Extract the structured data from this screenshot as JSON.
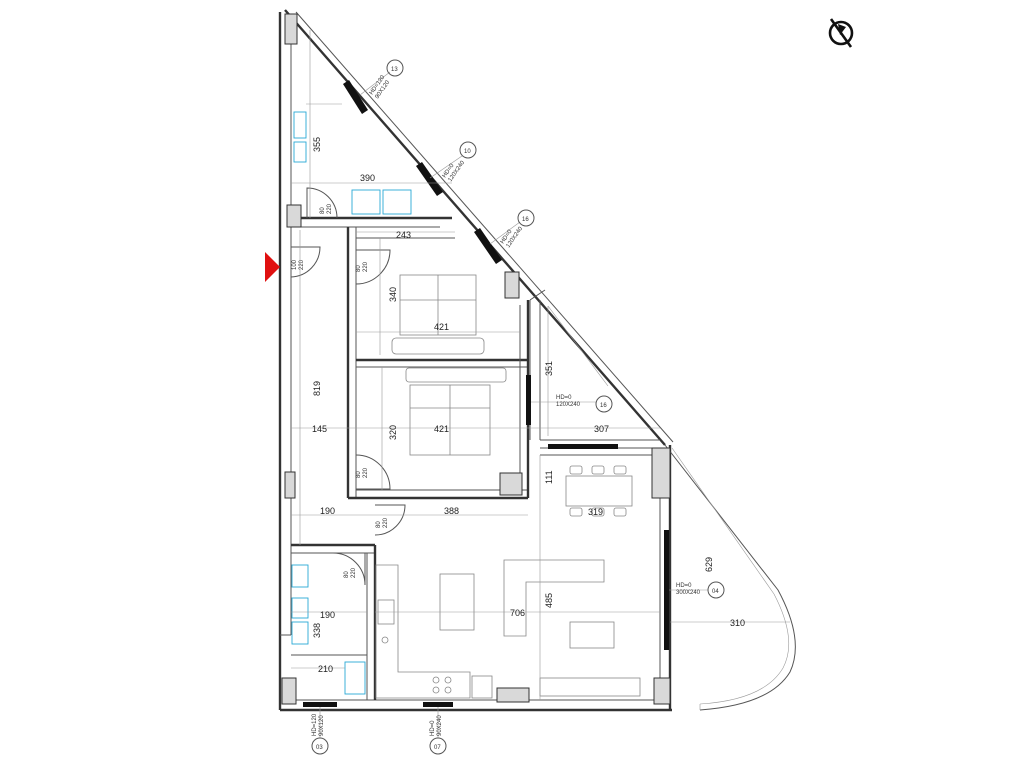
{
  "dimensions": {
    "bath_top_height": "355",
    "bath_top_width": "390",
    "bedroom1_width": "243",
    "bedroom1_height": "340",
    "bedroom1_inner_width": "421",
    "corridor_length": "819",
    "corridor_width": "145",
    "bedroom2_height": "320",
    "bedroom2_width": "421",
    "balcony_top_height": "351",
    "dining_height": "111",
    "passage_width": "307",
    "hall_width": "190",
    "hall_length": "388",
    "dining_width": "319",
    "living_width": "706",
    "living_height": "485",
    "terrace_height": "629",
    "terrace_width": "310",
    "bath_bottom_width": "190",
    "bath_bottom_height": "338",
    "utility_width": "210"
  },
  "doors": [
    {
      "id": "door-entrance",
      "label": "100\n220"
    },
    {
      "id": "door-bath-top",
      "label": "80\n220"
    },
    {
      "id": "door-bedroom1",
      "label": "80\n220"
    },
    {
      "id": "door-bedroom2",
      "label": "80\n220"
    },
    {
      "id": "door-living",
      "label": "80\n220"
    },
    {
      "id": "door-bath-bottom",
      "label": "80\n220"
    }
  ],
  "windows": [
    {
      "id": "w13",
      "tag": "13",
      "spec": "HD=120\n90X120"
    },
    {
      "id": "w10",
      "tag": "10",
      "spec": "HD=0\n120X240"
    },
    {
      "id": "w16a",
      "tag": "16",
      "spec": "HD=0\n120X240"
    },
    {
      "id": "w16b",
      "tag": "16",
      "spec": "HD=0\n120X240"
    },
    {
      "id": "w04",
      "tag": "04",
      "spec": "HD=0\n300X240"
    },
    {
      "id": "w03",
      "tag": "03",
      "spec": "HD=120\n90X120"
    },
    {
      "id": "w07",
      "tag": "07",
      "spec": "HD=0\n90X240"
    }
  ],
  "colors": {
    "wall": "#333333",
    "column": "#d9d9d9",
    "fixture": "#29a9d6",
    "entrance_marker": "#e01010"
  },
  "icons": {
    "north": "north-arrow-icon",
    "entrance": "entrance-arrow-icon"
  }
}
